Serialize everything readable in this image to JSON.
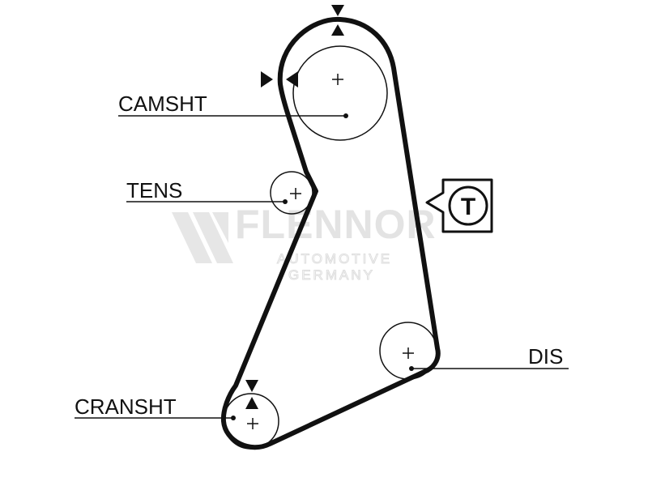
{
  "labels": {
    "camshaft": "CAMSHT",
    "tensioner": "TENS",
    "crankshaft": "CRANSHT",
    "distributor": "DIS"
  },
  "watermark": {
    "brand": "FLENNOR",
    "line1": "AUTOMOTIVE",
    "line2": "GERMANY"
  },
  "tool_badge": {
    "letter": "T"
  },
  "colors": {
    "ink": "#111111",
    "watermark": "#e3e3e3"
  }
}
